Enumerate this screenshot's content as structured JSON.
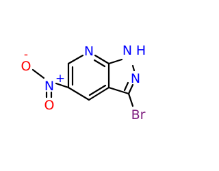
{
  "molecule": {
    "atoms": {
      "n_pyridine": {
        "symbol": "N",
        "color": "#0000ff"
      },
      "n_h": {
        "symbol": "N",
        "suffix": "H",
        "color": "#0000ff"
      },
      "n_pyrazole": {
        "symbol": "N",
        "color": "#0000ff"
      },
      "br": {
        "symbol": "Br",
        "color": "#7f1f7f"
      },
      "n_nitro": {
        "symbol": "N",
        "charge": "+",
        "color": "#0000ff"
      },
      "o_minus": {
        "symbol": "O",
        "charge": "-",
        "color": "#ff0000"
      },
      "o_double": {
        "symbol": "O",
        "color": "#ff0000"
      }
    },
    "bond_color": "#000000"
  }
}
